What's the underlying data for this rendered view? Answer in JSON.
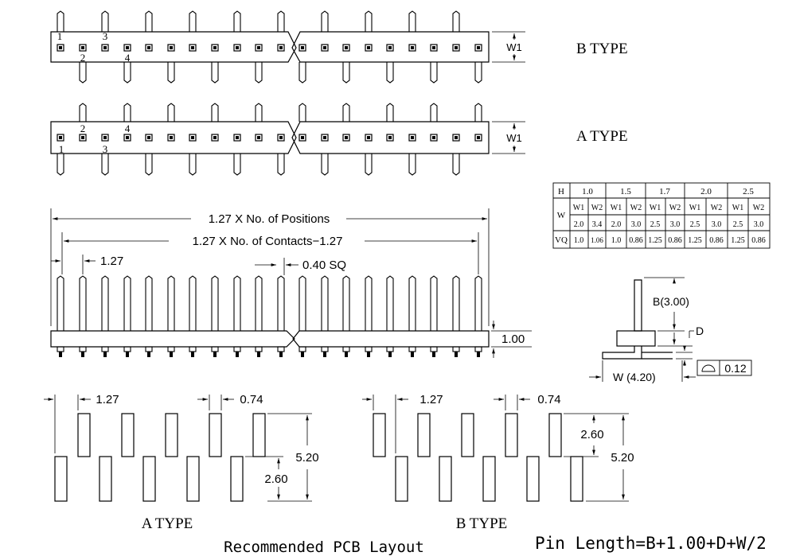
{
  "views": {
    "b_type": {
      "label": "B TYPE",
      "width_label": "W1",
      "pin_labels": [
        "1",
        "2",
        "3",
        "4"
      ]
    },
    "a_type": {
      "label": "A TYPE",
      "width_label": "W1",
      "pin_labels": [
        "1",
        "2",
        "3",
        "4"
      ]
    }
  },
  "dimensions": {
    "positions": "1.27 X No. of Positions",
    "contacts": "1.27 X No. of Contacts−1.27",
    "pitch": "1.27",
    "pin_square": "0.40 SQ",
    "body_height": "1.00"
  },
  "spec_table": {
    "h_label": "H",
    "w_label": "W",
    "v_label": "VQ",
    "sub_headers": [
      "W1",
      "W2"
    ],
    "groups": [
      {
        "h": "1.0",
        "w1": "2.0",
        "w2": "3.4",
        "vq1": "1.0",
        "vq2": "1.06"
      },
      {
        "h": "1.5",
        "w1": "2.0",
        "w2": "3.0",
        "vq1": "1.0",
        "vq2": "0.86"
      },
      {
        "h": "1.7",
        "w1": "2.5",
        "w2": "3.0",
        "vq1": "1.25",
        "vq2": "0.86"
      },
      {
        "h": "2.0",
        "w1": "2.5",
        "w2": "3.0",
        "vq1": "1.25",
        "vq2": "0.86"
      },
      {
        "h": "2.5",
        "w1": "2.5",
        "w2": "3.0",
        "vq1": "1.25",
        "vq2": "0.86"
      }
    ]
  },
  "side_view": {
    "b_label": "B(3.00)",
    "d_label": "D",
    "w_label": "W (4.20)",
    "flatness": "0.12"
  },
  "pcb_layout": {
    "a_type": {
      "label": "A TYPE",
      "pitch": "1.27",
      "pad": "0.74",
      "offset": "2.60",
      "total": "5.20"
    },
    "b_type": {
      "label": "B TYPE",
      "pitch": "1.27",
      "pad": "0.74",
      "offset": "2.60",
      "total": "5.20"
    },
    "caption": "Recommended PCB Layout"
  },
  "formula": "Pin Length=B+1.00+D+W/2"
}
